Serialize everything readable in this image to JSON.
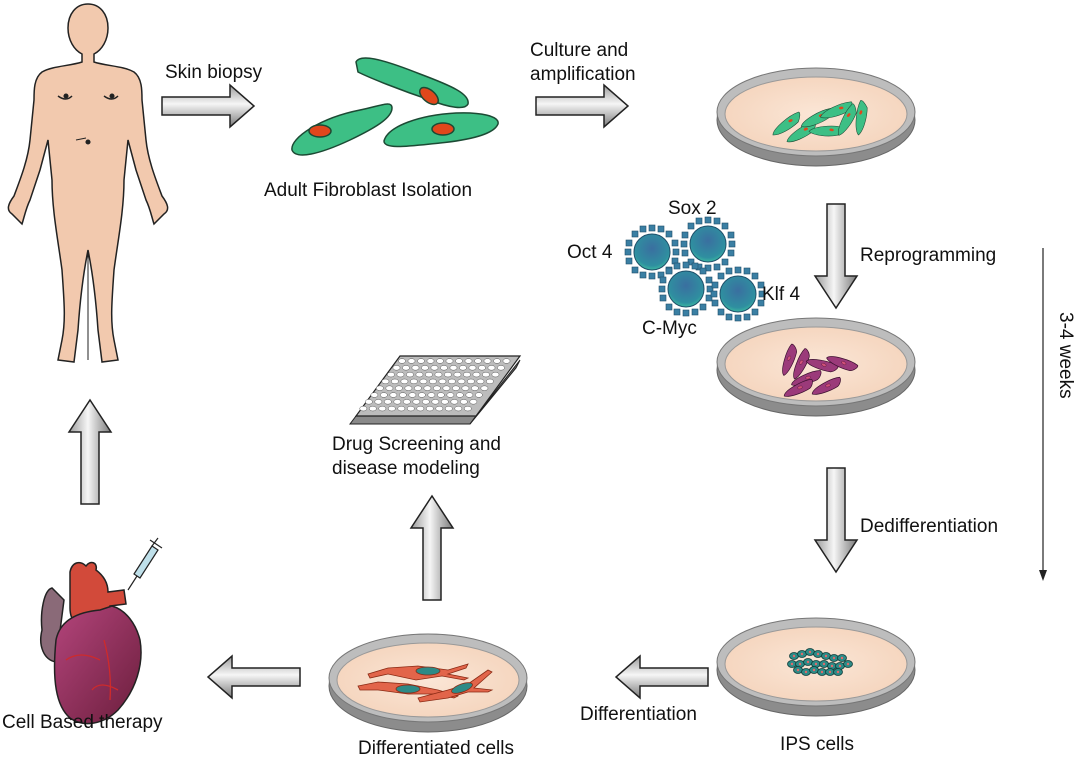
{
  "diagram": {
    "title": "iPSC generation and application workflow",
    "steps": {
      "skin_biopsy": "Skin biopsy",
      "fibroblast_isolation": "Adult Fibroblast Isolation",
      "culture_line1": "Culture and",
      "culture_line2": "amplification",
      "reprogramming": "Reprogramming",
      "dedifferentiation": "Dedifferentiation",
      "ips_cells": "IPS cells",
      "differentiation": "Differentiation",
      "differentiated_cells": "Differentiated cells",
      "drug_line1": "Drug Screening and",
      "drug_line2": "disease modeling",
      "cell_therapy": "Cell Based therapy"
    },
    "factors": [
      "Oct 4",
      "Sox 2",
      "C-Myc",
      "Klf 4"
    ],
    "timeline": "3-4 weeks",
    "colors": {
      "skin": "#f2c9ae",
      "fibroblast": "#3dbf85",
      "nucleus": "#e0471c",
      "dish_medium": "#f9dfc9",
      "dish_rim": "#a9a9a9",
      "reprogrammed_cell": "#9b3a7a",
      "ips_cell": "#2d8a86",
      "diff_cell": "#e2654a",
      "virus": "#3a7fa3",
      "heart": "#8e2c52",
      "arrow": "#d8d8d8"
    }
  }
}
